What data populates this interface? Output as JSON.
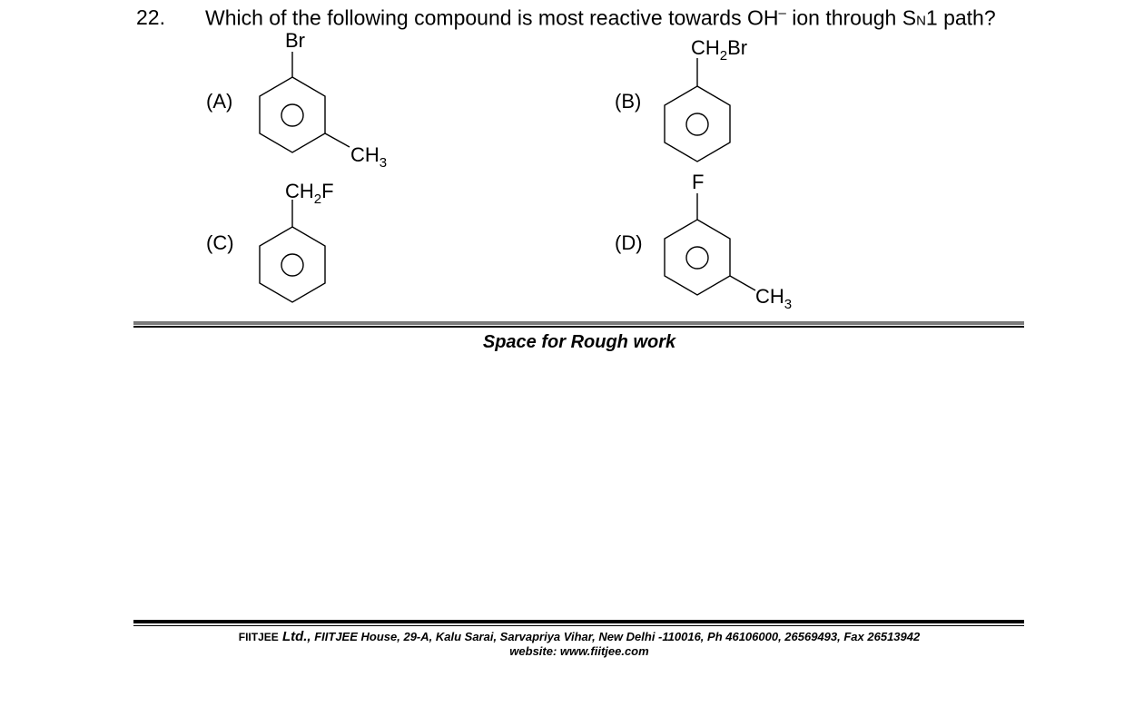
{
  "question": {
    "number": "22.",
    "text_before": "Which of the following compound is most reactive towards OH",
    "superscript": "–",
    "text_middle": " ion through S",
    "subscript": "N",
    "text_after": "1 path?"
  },
  "options": {
    "a": {
      "label": "(A)",
      "top_group": "Br",
      "side_main": "CH",
      "side_sub": "3"
    },
    "b": {
      "label": "(B)",
      "top_main": "CH",
      "top_sub": "2",
      "top_tail": "Br"
    },
    "c": {
      "label": "(C)",
      "top_main": "CH",
      "top_sub": "2",
      "top_tail": "F"
    },
    "d": {
      "label": "(D)",
      "top_group": "F",
      "side_main": "CH",
      "side_sub": "3"
    }
  },
  "rough_work": "Space for Rough work",
  "footer": {
    "brand": "FIITJEE",
    "ltd": " Ltd.,",
    "address": " FIITJEE House, 29-A, Kalu  Sarai, Sarvapriya Vihar, New Delhi -110016, Ph 46106000, 26569493, Fax 26513942",
    "website": "website: www.fiitjee.com"
  }
}
